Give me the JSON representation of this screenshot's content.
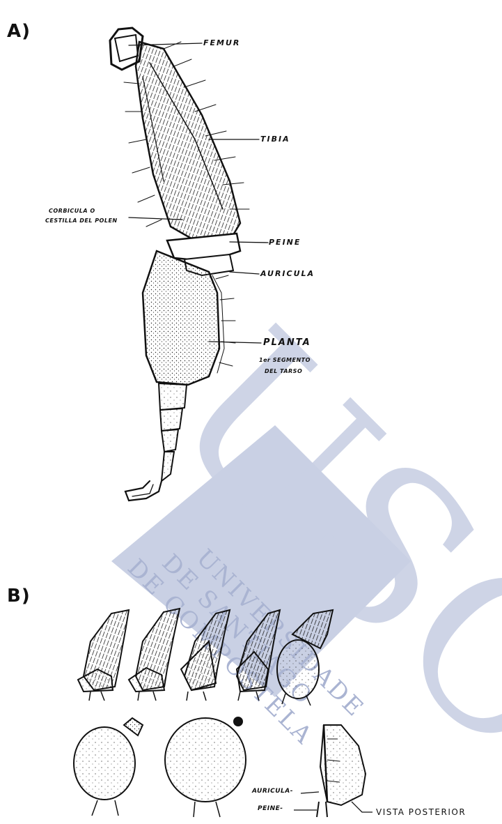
{
  "panels": {
    "a": "A)",
    "b": "B)"
  },
  "labels_a": {
    "femur": "FEMUR",
    "tibia": "TIBIA",
    "corbicula_1": "CORBICULA O",
    "corbicula_2": "CESTILLA DEL POLEN",
    "peine": "PEINE",
    "auricula": "AURICULA",
    "planta": "PLANTA",
    "planta_sub_1": "1er SEGMENTO",
    "planta_sub_2": "DEL TARSO"
  },
  "labels_b": {
    "auricula": "AURICULA-",
    "peine": "PEINE-",
    "vista": "VISTA POSTERIOR"
  },
  "watermark": {
    "logo": "USC",
    "lines": [
      "UNIVERSIDADE",
      "DE SANTIAGO",
      "DE COMPOSTELA"
    ],
    "color": "#c9d0e4"
  }
}
